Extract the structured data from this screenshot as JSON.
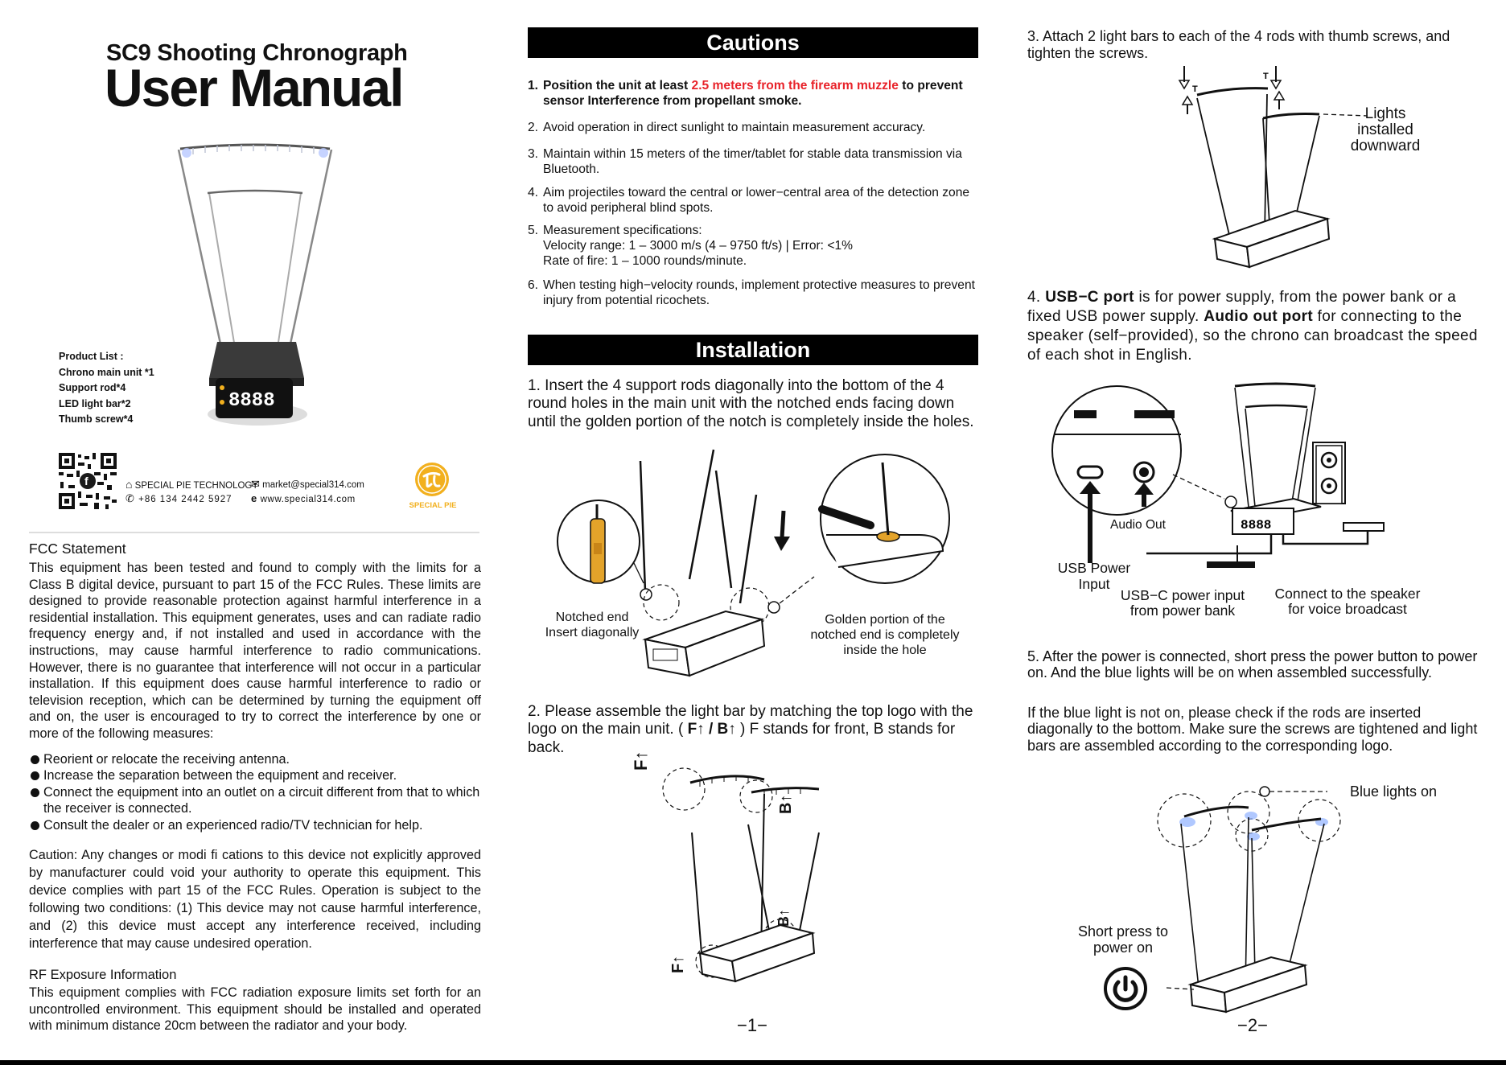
{
  "col1": {
    "subtitle": "SC9 Shooting Chronograph",
    "title": "User Manual",
    "product_list": {
      "heading": "Product List :",
      "items": [
        "Chrono main unit *1",
        "Support rod*4",
        "LED light bar*2",
        "Thumb screw*4"
      ]
    },
    "device_display": "8888",
    "contact": {
      "company": "SPECIAL PIE TECHNOLOGY",
      "phone": "+86 134 2442 5927",
      "email": "market@special314.com",
      "website": "www.special314.com",
      "logo_text": "SPECIAL PIE"
    },
    "fcc": {
      "heading": "FCC Statement",
      "paragraph": "This equipment has been tested and found to comply with the limits for a Class B digital device, pursuant to part 15 of the FCC Rules. These limits are designed to provide reasonable protection against harmful interference in a residential installation. This equipment generates, uses and can radiate radio frequency energy and, if not installed and used in accordance with the instructions, may cause harmful interference to radio communications. However, there is no guarantee that interference will not occur in a particular installation. If this equipment does cause harmful interference to radio or television reception, which can be determined by turning the equipment off and on, the user is encouraged to try to correct the interference by one or more of the following measures:",
      "measures": [
        "Reorient or relocate the receiving antenna.",
        "Increase the separation between the equipment and receiver.",
        "Connect the equipment into an outlet on a circuit different from that to which the receiver is connected.",
        "Consult the dealer or an experienced radio/TV technician for help."
      ],
      "caution": "Caution: Any changes or modi fi cations to this device not explicitly approved by manufacturer could void your authority to operate this equipment. This device complies with part 15 of the FCC Rules. Operation is subject to the following two conditions: (1) This device may not cause harmful interference, and (2) this device must accept any interference received, including interference that may cause undesired operation."
    },
    "rf": {
      "heading": "RF Exposure Information",
      "paragraph": "This equipment complies with FCC radiation exposure limits set forth for an uncontrolled environment. This equipment should be installed and operated with minimum distance 20cm between the radiator and your body."
    }
  },
  "col2": {
    "cautions_heading": "Cautions",
    "cautions": [
      {
        "num": "1.",
        "pre": "Position the unit at least ",
        "red": "2.5 meters from the firearm muzzle",
        "post": " to prevent sensor Interference from propellant smoke."
      },
      {
        "num": "2.",
        "text": "Avoid operation in direct sunlight to maintain measurement accuracy."
      },
      {
        "num": "3.",
        "text": "Maintain within 15 meters of the timer/tablet for stable data transmission via Bluetooth."
      },
      {
        "num": "4.",
        "text": "Aim projectiles toward the central or lower−central area of the detection zone to avoid peripheral blind spots."
      },
      {
        "num": "5.",
        "line1": "Measurement specifications:",
        "line2": "Velocity range: 1 – 3000 m/s (4 – 9750 ft/s) | Error: <1%",
        "line3": "Rate of fire: 1 – 1000 rounds/minute."
      },
      {
        "num": "6.",
        "text": "When testing high−velocity rounds, implement protective measures to prevent injury from potential ricochets."
      }
    ],
    "installation_heading": "Installation",
    "step1": "1. Insert the 4 support rods diagonally into the bottom of the 4 round holes in the main unit with the notched ends facing down until the golden portion of the notch is completely inside the holes.",
    "step1_captions": {
      "left_line1": "Notched end",
      "left_line2": "Insert diagonally",
      "right_line1": "Golden portion of the",
      "right_line2": "notched end is completely",
      "right_line3": "inside the hole"
    },
    "step2_pre": "2. Please assemble the light bar by matching the top logo with the logo on the main unit. ( ",
    "step2_bold": "F↑ / B↑",
    "step2_post": " ) F stands for front, B stands for back.",
    "label_f": "F↑",
    "label_b": "B↑",
    "page_number": "−1−"
  },
  "col3": {
    "step3": "3. Attach 2 light bars to each of the 4 rods with thumb screws, and tighten the screws.",
    "lights_label": [
      "Lights",
      "installed",
      "downward"
    ],
    "step4_num": "4.",
    "step4_b1": "USB−C port",
    "step4_t1": " is for power supply, from the power bank or a fixed USB power supply. ",
    "step4_b2": "Audio out port",
    "step4_t2": " for connecting to the speaker (self−provided), so the chrono can broadcast the speed of each shot in English.",
    "audio_out": "Audio Out",
    "usb_power_input": [
      "USB Power",
      "Input"
    ],
    "usbc_power_bank": [
      "USB−C power input",
      "from power bank"
    ],
    "speaker_caption": [
      "Connect to the speaker",
      "for voice broadcast"
    ],
    "step5": "5. After the power is connected, short press the power button to power on. And the blue lights will be on when assembled successfully.",
    "step5_note": "If the blue light is not on, please check if the rods are inserted diagonally to the bottom. Make sure the screws are tightened and light bars are assembled according to the corresponding logo.",
    "blue_lights": "Blue lights on",
    "short_press": [
      "Short press to",
      "power on"
    ],
    "page_number": "−2−"
  },
  "colors": {
    "accent_red": "#e8232a",
    "gold": "#e3a32a",
    "blue_light": "#8fb0ff",
    "logo_yellow": "#f2b01e"
  }
}
